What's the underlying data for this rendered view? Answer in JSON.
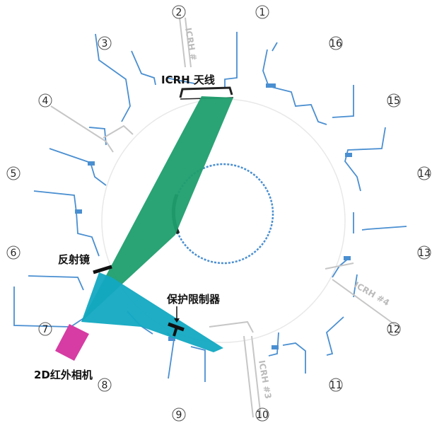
{
  "ports": [
    "1",
    "2",
    "3",
    "4",
    "5",
    "6",
    "7",
    "8",
    "9",
    "10",
    "11",
    "12",
    "13",
    "14",
    "15",
    "16"
  ],
  "labels": {
    "icrh_antenna": "ICRH 天线",
    "mirror": "反射镜",
    "protection_limiter": "保护限制器",
    "camera": "2D红外相机"
  },
  "rotated_labels": {
    "port2": "ICRH #",
    "port12": "ICRH #4",
    "port10": "ICRH #3"
  },
  "colors": {
    "green_beam": "#1f9e6e",
    "cyan_beam": "#12a9c2",
    "camera": "#d63ca3",
    "structure": "#4a8fd1",
    "faded_structure": "#c6c6c6"
  }
}
